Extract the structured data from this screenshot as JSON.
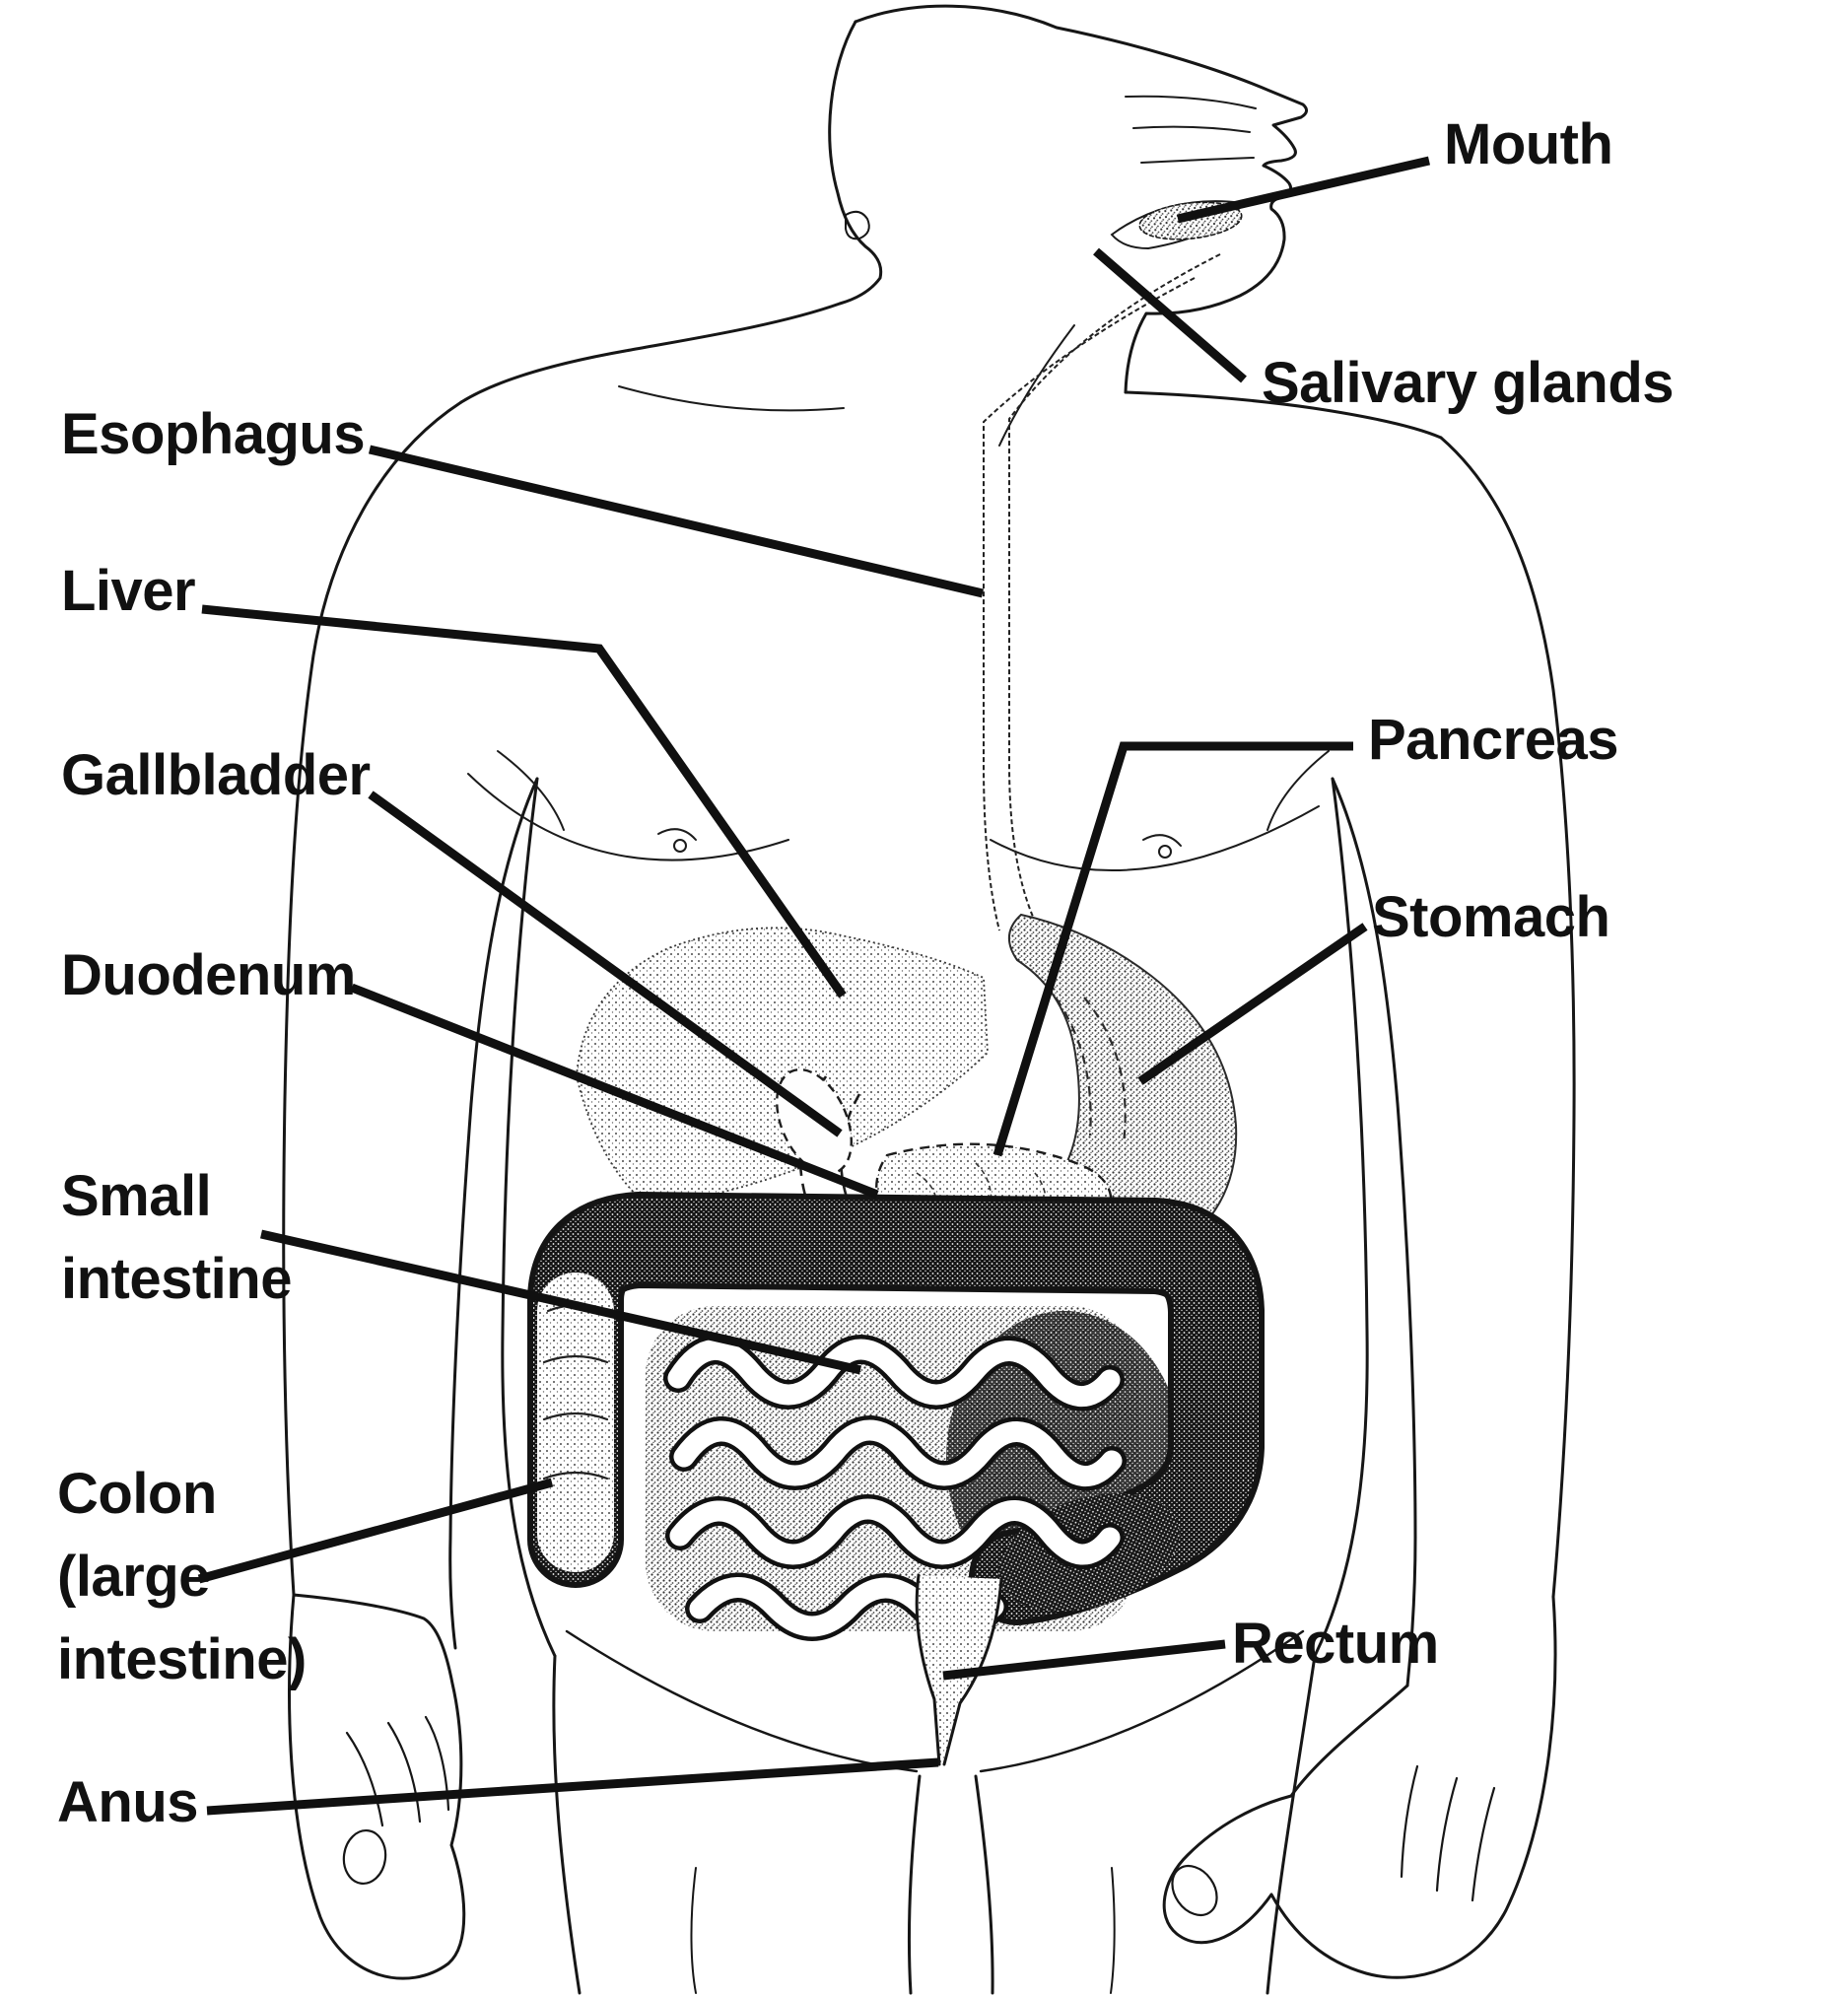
{
  "page": {
    "background": "#ffffff",
    "ink": "#111111"
  },
  "illustration": {
    "description_names": [
      "human-torso-outline",
      "head-sagittal-section",
      "digestive-tract"
    ]
  },
  "labels": {
    "mouth": "Mouth",
    "salivary_glands": "Salivary glands",
    "esophagus": "Esophagus",
    "liver": "Liver",
    "gallbladder": "Gallbladder",
    "duodenum": "Duodenum",
    "small_intestine_line1": "Small",
    "small_intestine_line2": "intestine",
    "colon_line1": "Colon",
    "colon_line2": "(large",
    "colon_line3": "intestine)",
    "anus": "Anus",
    "pancreas": "Pancreas",
    "stomach": "Stomach",
    "rectum": "Rectum"
  }
}
